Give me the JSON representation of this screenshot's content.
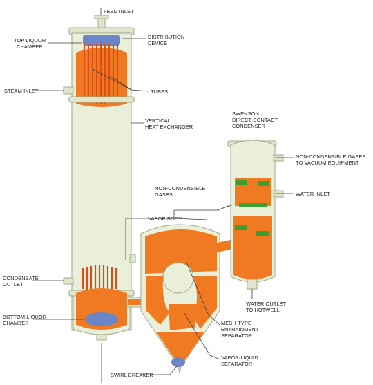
{
  "diagram": {
    "labels": {
      "feed_inlet": "FEED INLET",
      "top_liquor_chamber_1": "TOP LIQUOR",
      "top_liquor_chamber_2": "CHAMBER",
      "distribution_device_1": "DISTRIBUTION",
      "distribution_device_2": "DEVICE",
      "steam_inlet": "STEAM INLET",
      "tubes": "TUBES",
      "vertical_heat_exchanger_1": "VERTICAL",
      "vertical_heat_exchanger_2": "HEAT EXCHANGER",
      "swenson_condenser_1": "SWENSON",
      "swenson_condenser_2": "DIRECT-CONTACT",
      "swenson_condenser_3": "CONDENSER",
      "non_condensible_gases_vacuum_1": "NON-CONDENSIBLE GASES",
      "non_condensible_gases_vacuum_2": "TO VACUUM EQUIPMENT",
      "non_condensible_gases_1": "NON-CONDENSIBLE",
      "non_condensible_gases_2": "GASES",
      "water_inlet": "WATER INLET",
      "vapor_body": "VAPOR BODY",
      "condensate_outlet_1": "CONDENSATE",
      "condensate_outlet_2": "OUTLET",
      "water_outlet_1": "WATER OUTLET",
      "water_outlet_2": "TO HOTWELL",
      "bottom_liquor_chamber_1": "BOTTOM LIQUOR",
      "bottom_liquor_chamber_2": "CHAMBER",
      "mesh_type_separator_1": "MESH-TYPE",
      "mesh_type_separator_2": "ENTRAINMENT",
      "mesh_type_separator_3": "SEPARATOR",
      "vapor_liquid_separator_1": "VAPOR-LIQUID",
      "vapor_liquid_separator_2": "SEPARATOR",
      "swirl_breaker": "SWIRL BREAKER"
    },
    "colors": {
      "shell": "#e9efd8",
      "liquid": "#f07a22",
      "tubes": "#d94f17",
      "distribution": "#6b86c8",
      "condenser_baffles": "#3f9c2f"
    }
  }
}
